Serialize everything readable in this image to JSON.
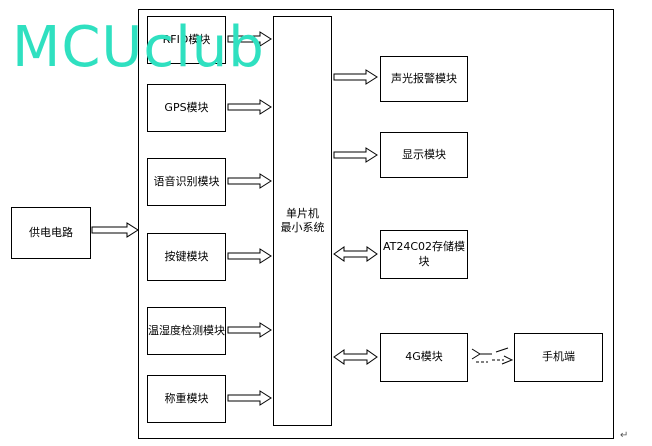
{
  "diagram": {
    "left": {
      "power_label": "供电电路"
    },
    "inputs": [
      {
        "label": "RFID模块"
      },
      {
        "label": "GPS模块"
      },
      {
        "label": "语音识别模块"
      },
      {
        "label": "按键模块"
      },
      {
        "label": "温湿度检测模块"
      },
      {
        "label": "称重模块"
      }
    ],
    "core": {
      "line1": "单片机",
      "line2": "最小系统"
    },
    "outputs": [
      {
        "label": "声光报警模块"
      },
      {
        "label": "显示模块"
      },
      {
        "label": "AT24C02存储模块"
      },
      {
        "label": "4G模块"
      }
    ],
    "phone_label": "手机端"
  },
  "watermark": "MCUclub",
  "paragraph_mark": "↵"
}
